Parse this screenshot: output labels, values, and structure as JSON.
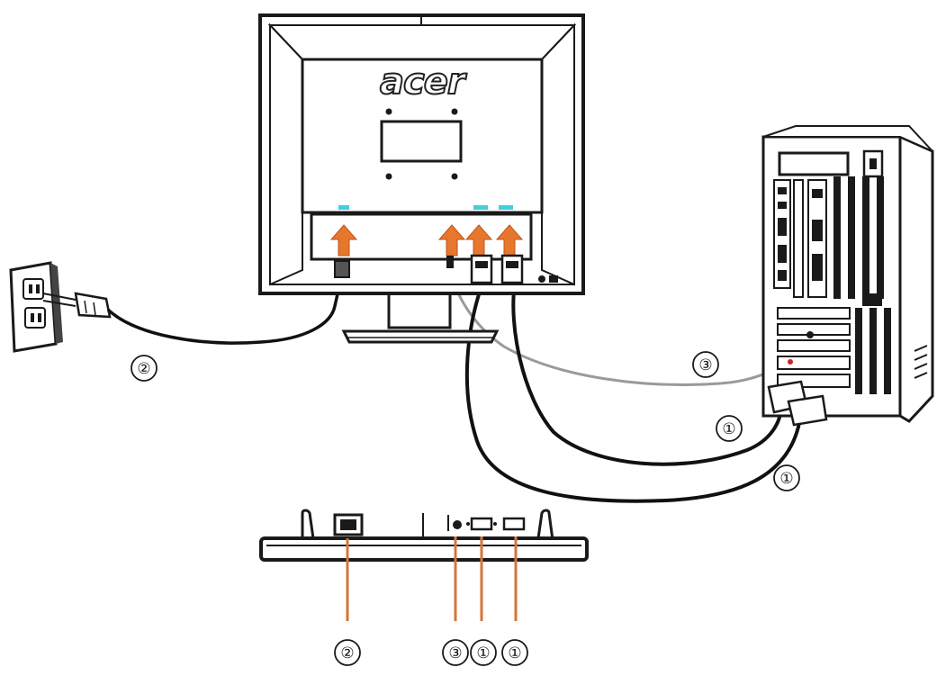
{
  "brand": "acer",
  "colors": {
    "outline": "#1a1a1a",
    "arrow": "#e8772e",
    "pointer_line": "#d4763a",
    "port_marker": "#3fd0e0",
    "audio_cable": "#9a9a9a",
    "cable": "#111111"
  },
  "callouts": {
    "power_cord_cable": "②",
    "audio_cable": "③",
    "signal_cable_a": "①",
    "signal_cable_b": "①",
    "bottom_power": "②",
    "bottom_audio": "③",
    "bottom_signal_a": "①",
    "bottom_signal_b": "①"
  },
  "icons": [
    "wall-outlet-icon",
    "power-plug-icon",
    "monitor-rear-icon",
    "pc-tower-icon",
    "monitor-bottom-view-icon",
    "arrow-up-icon"
  ]
}
